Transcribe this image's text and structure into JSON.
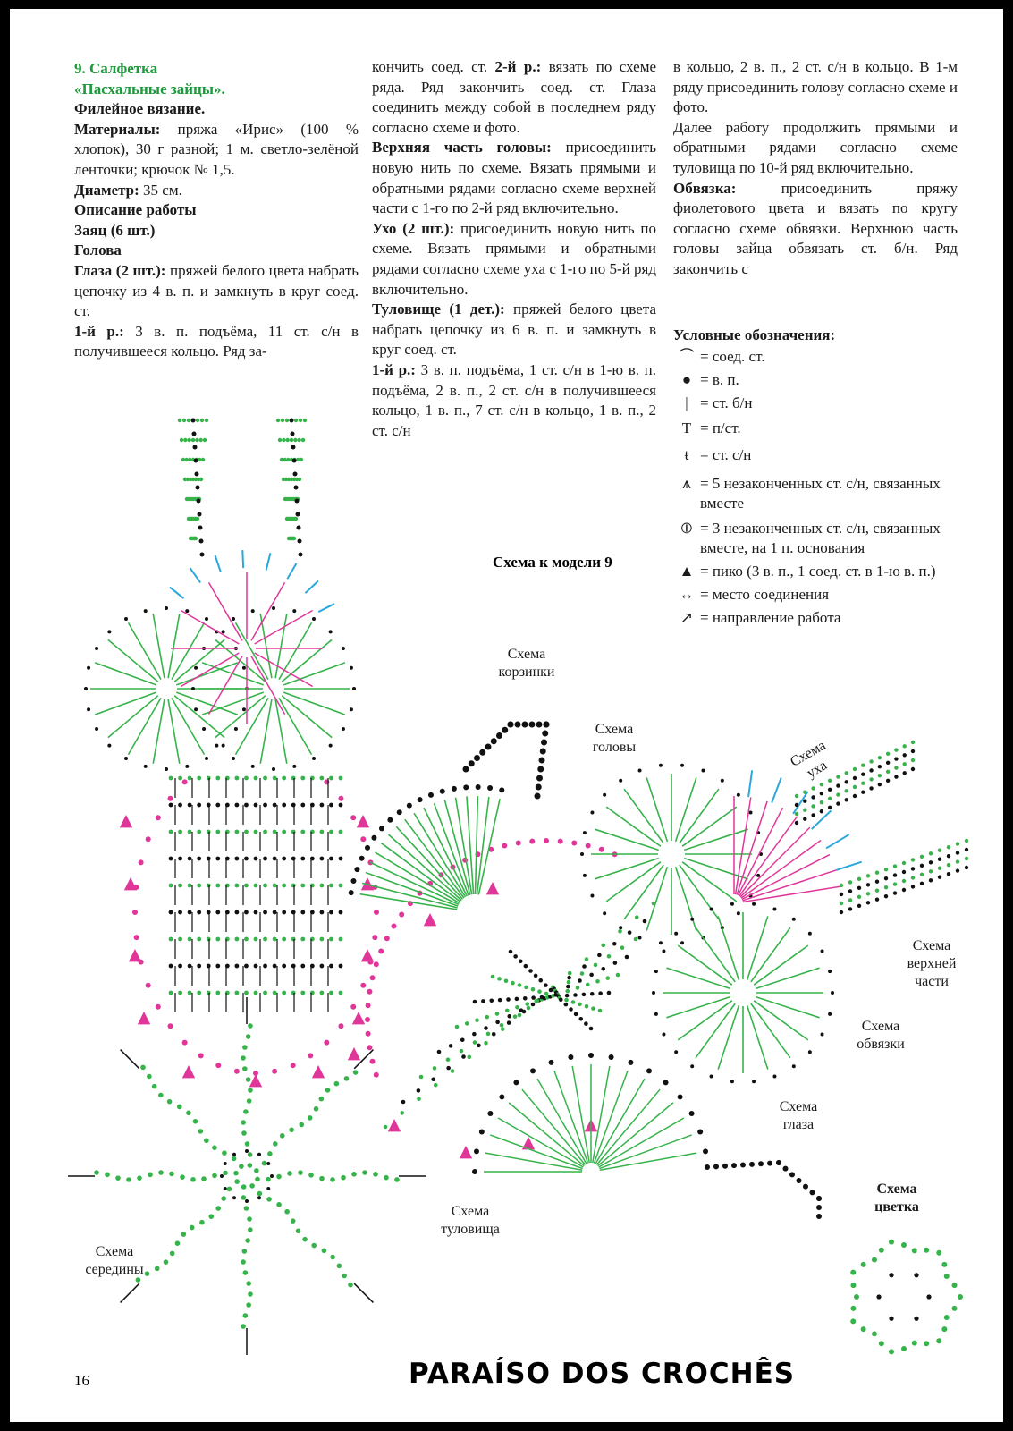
{
  "col1": {
    "title1": "9. Салфетка",
    "title2": "«Пасхальные зайцы».",
    "technique": "Филейное вязание.",
    "materials_label": "Материалы:",
    "materials": "пряжа «Ирис» (100 % хлопок), 30 г разной; 1 м. светло-зелёной ленточки; крючок № 1,5.",
    "diameter_label": "Диаметр:",
    "diameter": "35 см.",
    "desc_label": "Описание работы",
    "hare_label": "Заяц (6 шт.)",
    "head_label": "Голова",
    "eyes_label": "Глаза (2 шт.):",
    "eyes_text": "пряжей белого цвета набрать цепочку из 4 в. п. и замкнуть в круг соед. ст.",
    "row1_label": "1-й р.:",
    "row1_text": "3 в. п. подъёма, 11 ст. с/н в получившееся кольцо. Ряд за-"
  },
  "col2": {
    "p1_a": "кончить соед. ст.",
    "p1_label": "2-й р.:",
    "p1_b": "вязать по схеме ряда. Ряд закончить соед. ст. Глаза соединить между собой в последнем ряду согласно схеме и фото.",
    "top_label": "Верхняя часть головы:",
    "top_text": "присоединить новую нить по схеме. Вязать прямыми и обратными рядами согласно схеме верхней части с 1-го по 2-й ряд включительно.",
    "ear_label": "Ухо (2 шт.):",
    "ear_text": "присоединить новую нить по схеме. Вязать прямыми и обратными рядами согласно схеме уха с 1-го по 5-й ряд включительно.",
    "body_label": "Туловище (1 дет.):",
    "body_text": "пряжей белого цвета набрать цепочку из 6 в. п. и замкнуть в круг соед. ст.",
    "body_row1_label": "1-й р.:",
    "body_row1_text": "3 в. п. подъёма, 1 ст. с/н в 1-ю в. п. подъёма, 2 в. п., 2 ст. с/н в получившееся кольцо, 1 в. п., 7 ст. с/н в кольцо, 1 в. п., 2 ст. с/н"
  },
  "col3": {
    "p1": "в кольцо, 2 в. п., 2 ст. с/н в кольцо. В 1-м ряду присоединить голову согласно схеме и фото.",
    "p2": "Далее работу продолжить прямыми и обратными рядами согласно схеме туловища по 10-й ряд включительно.",
    "tie_label": "Обвязка:",
    "tie_text": "присоединить пряжу фиолетового цвета и вязать по кругу согласно схеме обвязки. Верхнюю часть головы зайца обвязать ст. б/н. Ряд закончить с"
  },
  "legend": {
    "title": "Условные обозначения:",
    "items": [
      "= соед. ст.",
      "= в. п.",
      "= ст. б/н",
      "= п/ст.",
      "= ст. с/н",
      "= 5 незаконченных ст. с/н, связанных вместе",
      "= 3 незаконченных ст. с/н, связанных вместе, на 1 п. основания",
      "= пико (3 в. п., 1 соед. ст. в 1-ю в. п.)",
      "= место соединения",
      "= направление работа"
    ]
  },
  "caption": "Схема к модели 9",
  "labels": {
    "basket": "Схема корзинки",
    "head": "Схема головы",
    "ear": "Схема уха",
    "upper": "Схема верхней части",
    "tie": "Схема обвязки",
    "eye": "Схема глаза",
    "flower": "Схема цветка",
    "body": "Схема туловища",
    "middle": "Схема середины"
  },
  "page_number": "16",
  "brand": "PARAÍSO DOS CROCHÊS",
  "colors": {
    "green": "#36b34a",
    "pink": "#e0369a",
    "blue": "#2aa7dc",
    "black": "#111111"
  }
}
